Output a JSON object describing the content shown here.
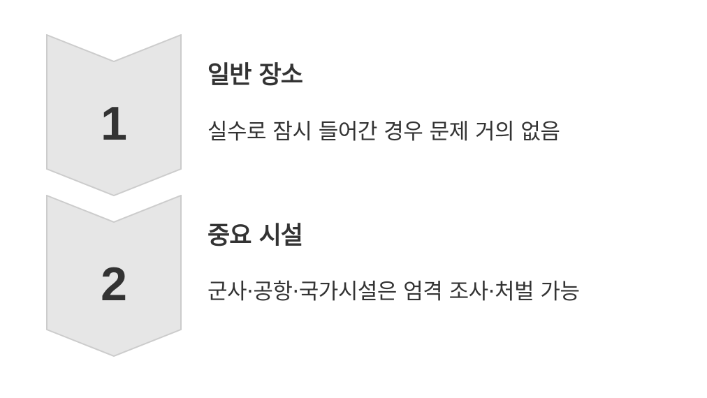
{
  "colors": {
    "chevron_fill": "#e6e6e6",
    "chevron_border": "#cccccc",
    "text": "#333333",
    "background": "#ffffff"
  },
  "steps": [
    {
      "number": "1",
      "title": "일반 장소",
      "description": "실수로 잠시 들어간 경우 문제 거의 없음"
    },
    {
      "number": "2",
      "title": "중요 시설",
      "description": "군사·공항·국가시설은 엄격 조사·처벌 가능"
    }
  ]
}
